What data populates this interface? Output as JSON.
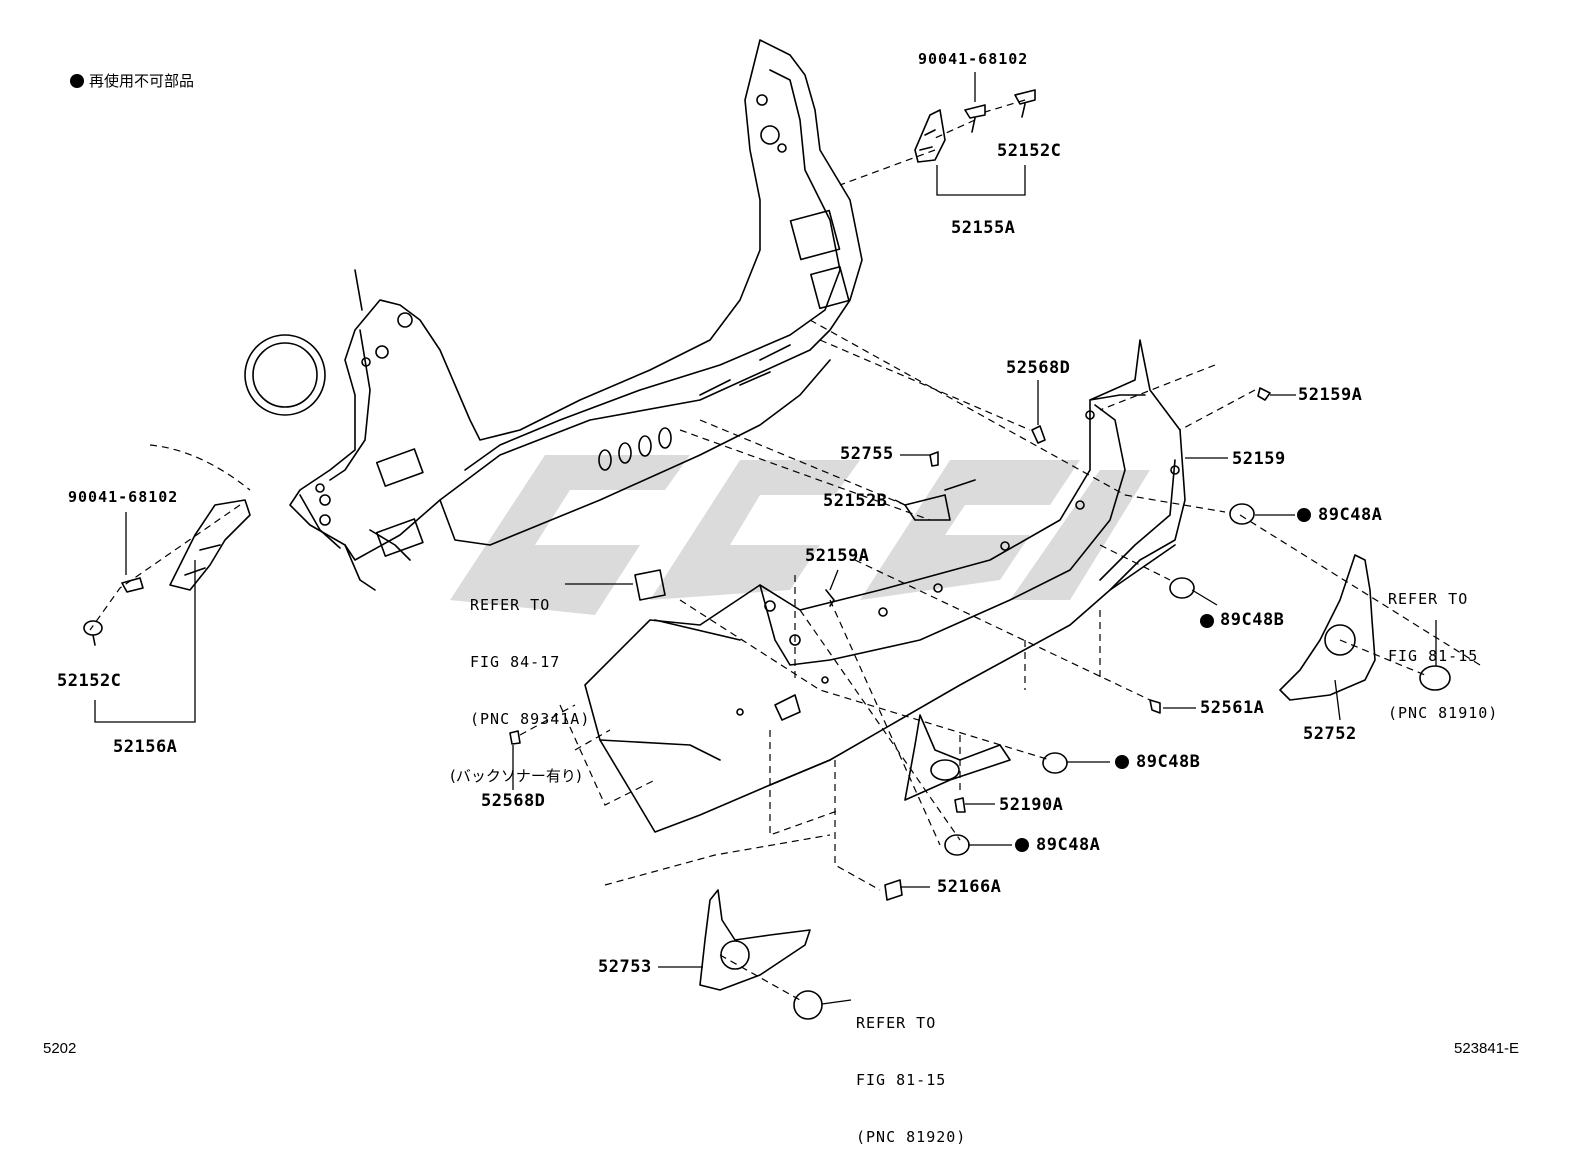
{
  "legend": {
    "symbol": "●",
    "text": "再使用不可部品"
  },
  "labels": {
    "p90041_top": "90041-68102",
    "p52152C_top": "52152C",
    "p52155A": "52155A",
    "p52568D_top": "52568D",
    "p52159A_right": "52159A",
    "p52159": "52159",
    "p52755": "52755",
    "p52152B": "52152B",
    "p89C48A_top": "89C48A",
    "p52159A_mid": "52159A",
    "p89C48B_top": "89C48B",
    "p52752": "52752",
    "p52561A": "52561A",
    "p89C48B_low": "89C48B",
    "p52190A": "52190A",
    "p89C48A_low": "89C48A",
    "p52166A": "52166A",
    "p52753": "52753",
    "p52568D_low": "52568D",
    "p90041_left": "90041-68102",
    "p52152C_left": "52152C",
    "p52156A": "52156A"
  },
  "references": {
    "ref_sonar": {
      "line1": "REFER TO",
      "line2": "FIG 84-17",
      "line3": "(PNC 89341A)",
      "line4": "(バックソナー有り)"
    },
    "ref_right": {
      "line1": "REFER TO",
      "line2": "FIG 81-15",
      "line3": "(PNC 81910)"
    },
    "ref_bottom": {
      "line1": "REFER TO",
      "line2": "FIG 81-15",
      "line3": "(PNC 81920)"
    }
  },
  "footer": {
    "page_code": "5202",
    "figure_id": "523841-E"
  },
  "colors": {
    "line": "#000000",
    "background": "#ffffff"
  }
}
